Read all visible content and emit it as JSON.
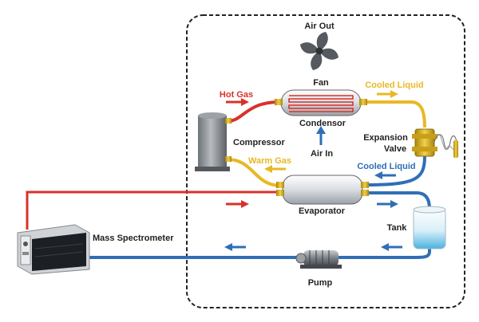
{
  "labels": {
    "air_out": "Air Out",
    "fan": "Fan",
    "hot_gas": "Hot Gas",
    "cooled_liquid_top": "Cooled Liquid",
    "condensor": "Condensor",
    "compressor": "Compressor",
    "air_in": "Air In",
    "expansion_valve_line1": "Expansion",
    "expansion_valve_line2": "Valve",
    "warm_gas": "Warm Gas",
    "cooled_liquid_mid": "Cooled Liquid",
    "evaporator": "Evaporator",
    "tank": "Tank",
    "mass_spectrometer": "Mass Spectrometer",
    "pump": "Pump"
  },
  "colors": {
    "hot": "#d8322b",
    "warm": "#e8b825",
    "cool": "#2f6fb6",
    "border": "#222222",
    "metal": "#8a8f94",
    "brass": "#d9b11e"
  },
  "icons": [
    "fan-icon",
    "compressor-icon",
    "condensor-icon",
    "expansion-valve-icon",
    "evaporator-icon",
    "tank-icon",
    "pump-icon",
    "mass-spectrometer-icon"
  ]
}
